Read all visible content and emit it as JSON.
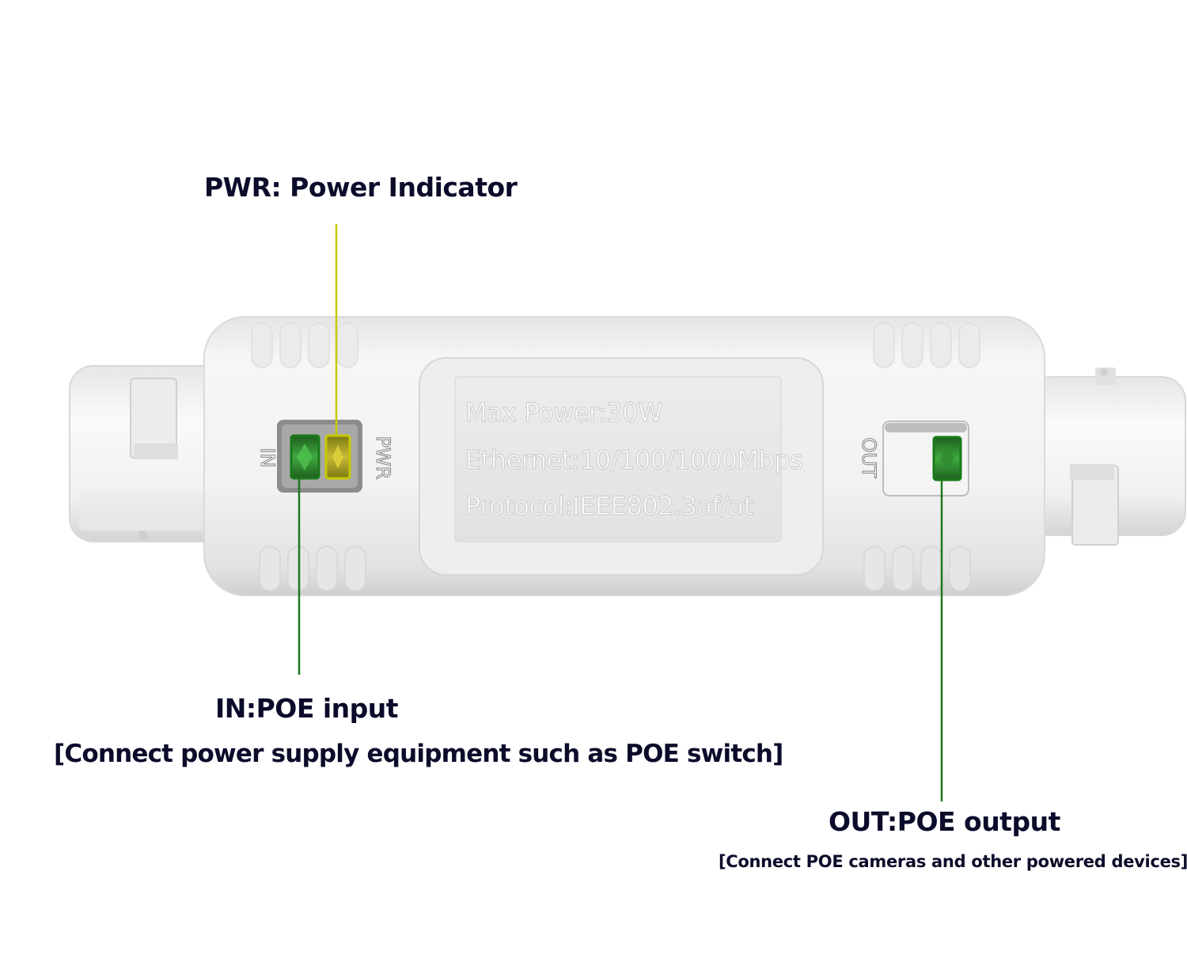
{
  "product": {
    "spec_max_power": "Max  Power:30W",
    "spec_ethernet": "Ethernet:10/100/1000Mbps",
    "spec_protocol": "Protocol:IEEE802.3af/at",
    "port_in_label": "IN",
    "port_pwr_label": "PWR",
    "port_out_label": "OUT"
  },
  "callouts": {
    "pwr": {
      "title": "PWR: Power Indicator",
      "color": "#c8c800"
    },
    "in": {
      "title": "IN:POE input",
      "description": "[Connect power supply equipment such as POE switch]",
      "color": "#1a7a1a"
    },
    "out": {
      "title": "OUT:POE output",
      "description": "[Connect POE cameras and other powered devices]",
      "color": "#1a7a1a"
    }
  },
  "colors": {
    "body": "#f1f1f1",
    "body_shadow": "#dcdcdc",
    "label_panel": "#e9e9e9",
    "text_dark": "#0b0b2a",
    "led_green": "#2a8a2a",
    "led_yellow": "#c8c800"
  }
}
